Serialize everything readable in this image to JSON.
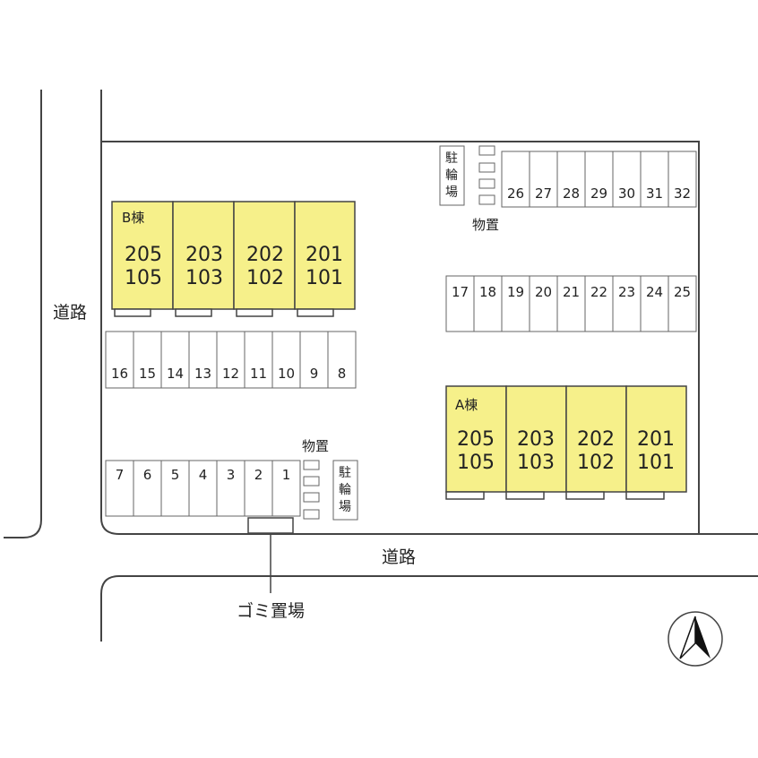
{
  "roads": {
    "left_label": "道路",
    "bottom_label": "道路"
  },
  "building_b": {
    "label": "B棟",
    "units": [
      {
        "upper": "205",
        "lower": "105"
      },
      {
        "upper": "203",
        "lower": "103"
      },
      {
        "upper": "202",
        "lower": "102"
      },
      {
        "upper": "201",
        "lower": "101"
      }
    ]
  },
  "building_a": {
    "label": "A棟",
    "units": [
      {
        "upper": "205",
        "lower": "105"
      },
      {
        "upper": "203",
        "lower": "103"
      },
      {
        "upper": "202",
        "lower": "102"
      },
      {
        "upper": "201",
        "lower": "101"
      }
    ]
  },
  "parking": {
    "row_top_right": [
      "26",
      "27",
      "28",
      "29",
      "30",
      "31",
      "32"
    ],
    "row_mid_right": [
      "17",
      "18",
      "19",
      "20",
      "21",
      "22",
      "23",
      "24",
      "25"
    ],
    "row_mid_left": [
      "16",
      "15",
      "14",
      "13",
      "12",
      "11",
      "10",
      "9",
      "8"
    ],
    "row_bottom_left": [
      "7",
      "6",
      "5",
      "4",
      "3",
      "2",
      "1"
    ]
  },
  "facilities": {
    "bicycle_parking_top": "駐輪場",
    "storage_top": "物置",
    "bicycle_parking_bottom": "駐輪場",
    "storage_bottom": "物置",
    "garbage": "ゴミ置場"
  },
  "compass": {
    "icon": "north-arrow-icon"
  }
}
